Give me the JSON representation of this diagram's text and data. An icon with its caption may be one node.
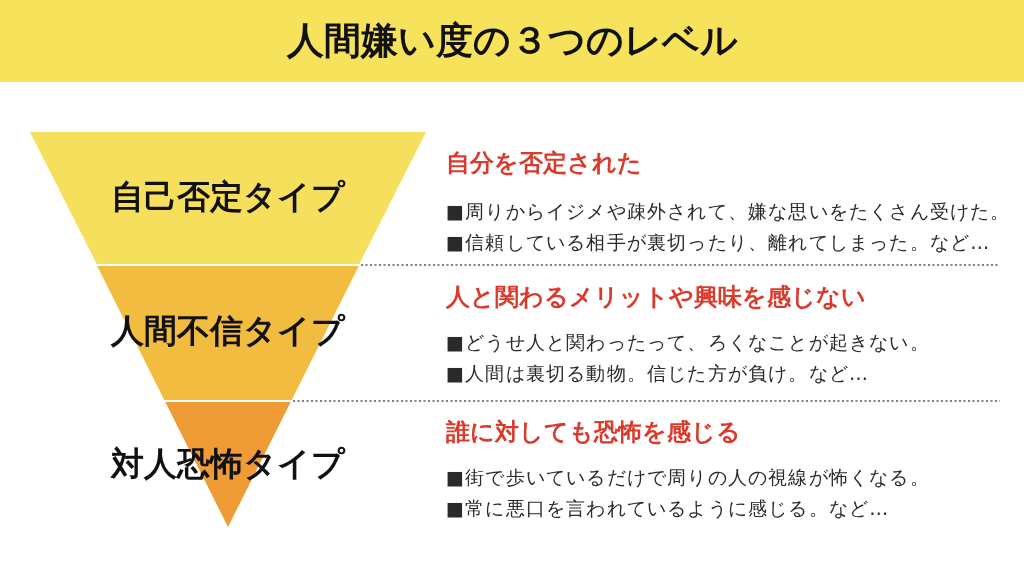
{
  "diagram": {
    "title": "人間嫌い度の３つのレベル",
    "nodes": [
      {
        "text": [
          "自己否定タイプ"
        ],
        "beside": [
          "自分を否定された",
          "■周りからイジメや疎外されて、嫌な思いをたくさん受けた。",
          "■信頼している相手が裏切ったり、離れてしまった。など…"
        ]
      },
      {
        "text": [
          "人間不信タイプ"
        ],
        "beside": [
          "人と関わるメリットや興味を感じない",
          "■どうせ人と関わったって、ろくなことが起きない。",
          "■人間は裏切る動物。信じた方が負け。など…"
        ]
      },
      {
        "text": [
          "対人恐怖タイプ"
        ],
        "beside": [
          "誰に対しても恐怖を感じる",
          "■街で歩いているだけで周りの人の視線が怖くなる。",
          "■常に悪口を言われているように感じる。など…"
        ]
      }
    ]
  }
}
